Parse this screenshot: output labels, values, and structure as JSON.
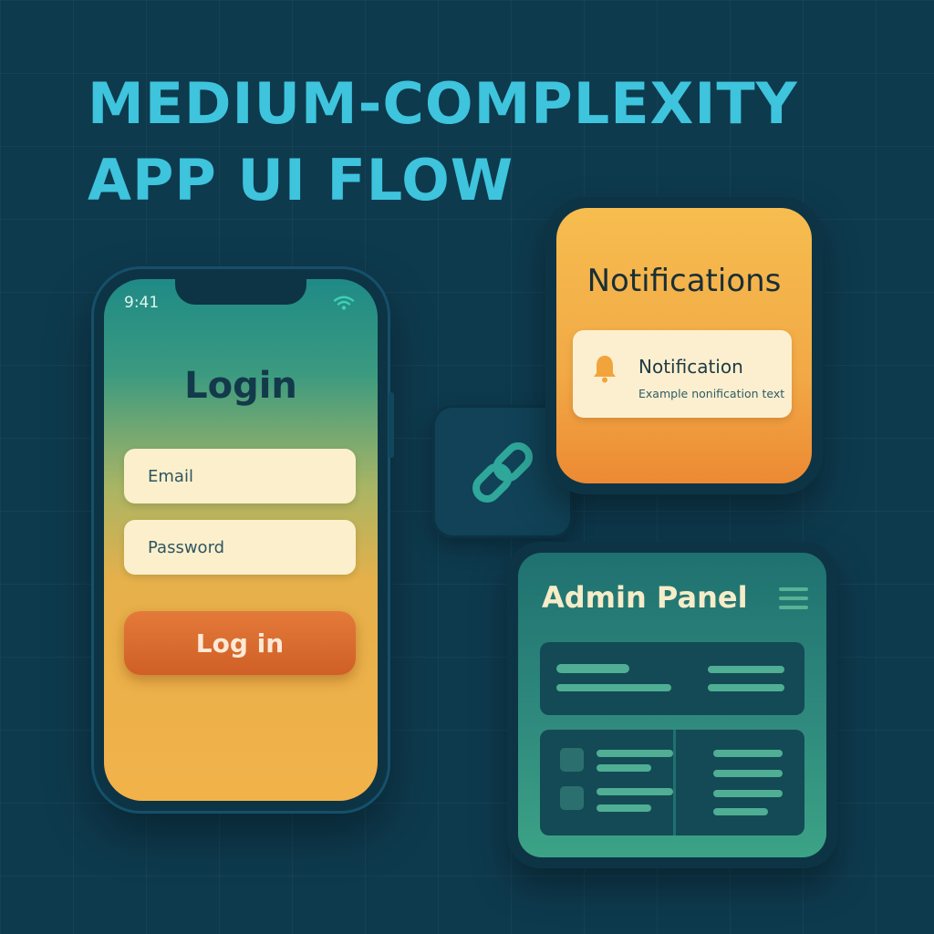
{
  "headline": {
    "line1": "MEDIUM-COMPLEXITY",
    "line2": "APP UI FLOW"
  },
  "phone": {
    "status_time": "9:41",
    "login_title": "Login",
    "email_placeholder": "Email",
    "password_placeholder": "Password",
    "login_button": "Log in"
  },
  "notifications": {
    "title": "Notifications",
    "item_title": "Notification",
    "item_text": "Example nonification text"
  },
  "admin": {
    "title": "Admin Panel"
  },
  "icons": {
    "link": "link-icon",
    "bell": "bell-icon",
    "menu": "menu-icon",
    "wifi": "wifi-icon"
  },
  "colors": {
    "background": "#0e3a4e",
    "headline": "#3ec4dc",
    "button": "#d96a2e",
    "notification_card": "#f4b14a",
    "admin_card": "#2a8078"
  }
}
